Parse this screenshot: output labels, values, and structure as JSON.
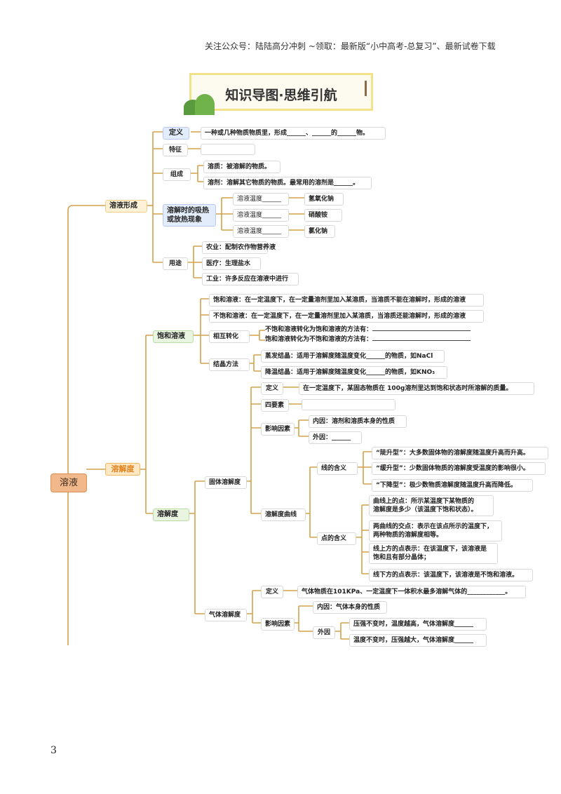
{
  "header": {
    "text": "关注公众号：陆陆高分冲刺  ~领取：最新版“小中高考-总复习”、最新试卷下载"
  },
  "banner": {
    "title": "知识导图·思维引航"
  },
  "page_number": "3",
  "colors": {
    "branch_line": "#d4a24c",
    "root_fill": "#f1b98b",
    "orange_text": "#e2821b"
  },
  "map": {
    "root": "溶液",
    "formation": {
      "label": "溶液形成",
      "definition": {
        "label": "定义",
        "text": "一种或几种物质物质里，形成______、______的______物。"
      },
      "feature": {
        "label": "特征",
        "text": ""
      },
      "composition": {
        "label": "组成",
        "solute": "溶质：被溶解的物质。",
        "solvent": "溶剂：溶解其它物质的物质。最常用的溶剂是______。"
      },
      "heat": {
        "label_line1": "溶解时的吸热",
        "label_line2": "或放热现象",
        "items": [
          {
            "text": "溶液温度______",
            "example": "氢氧化钠"
          },
          {
            "text": "溶液温度______",
            "example": "硝酸铵"
          },
          {
            "text": "溶液温度______",
            "example": "氯化钠"
          }
        ]
      },
      "use": {
        "label": "用途",
        "items": [
          "农业：配制农作物营养液",
          "医疗：生理盐水",
          "工业：许多反应在溶液中进行"
        ]
      }
    },
    "solubility_branch": {
      "label": "溶解度",
      "saturated": {
        "label": "饱和溶液",
        "saturated_def": "饱和溶液：在一定温度下，在一定量溶剂里加入某溶质，当溶质不能在溶解时，形成的溶液",
        "unsaturated_def": "不饱和溶液：在一定温度下，在一定量溶剂里加入某溶质，当溶质还能溶解时，形成的溶液",
        "conversion": {
          "label": "相互转化",
          "line1": "不饱和溶液转化为饱和溶液的方法有：",
          "line2": "饱和溶液转化为不饱和溶液的方法有："
        },
        "crystallization": {
          "label": "结晶方法",
          "item1": "蒸发结晶：适用于溶解度随温度变化______的物质，如NaCl",
          "item2": "降温结晶：适用于溶解度随温度变化______的物质，如KNO₃"
        }
      },
      "solubility": {
        "label": "溶解度",
        "solid": {
          "label": "固体溶解度",
          "definition": {
            "label": "定义",
            "text": "在一定温度下，某固态物质在 100g溶剂里达到饱和状态时所溶解的质量。"
          },
          "four_elements": {
            "label": "四要素",
            "text": ""
          },
          "factors": {
            "label": "影响因素",
            "internal": "内因：溶剂和溶质本身的性质",
            "external": "外因：______"
          },
          "curve": {
            "label": "溶解度曲线",
            "line_meaning": {
              "label": "线的含义",
              "items": [
                "“陡升型”：大多数固体物的溶解度随温度升高而升高。",
                "“缓升型”：少数固体物质的溶解度受温度的影响很小。",
                "“下降型”：极少数物质溶解度随温度升高而降低。"
              ]
            },
            "point_meaning": {
              "label": "点的含义",
              "items": [
                [
                  "曲线上的点：所示某温度下某物质的",
                  "溶解度是多少（该温度下饱和状态）。"
                ],
                [
                  "两曲线的交点：表示在该点所示的温度下，",
                  "两种物质的溶解度相等。"
                ],
                [
                  "线上方的点表示：在该温度下，该溶液是",
                  "饱和且有部分晶体；"
                ],
                [
                  "线下方的点表示：该温度下，该溶液是不饱和溶液。"
                ]
              ]
            }
          }
        },
        "gas": {
          "label": "气体溶解度",
          "definition": {
            "label": "定义",
            "text": "气体物质在101KPa、一定温度下一体积水最多溶解气体的____________。"
          },
          "factors": {
            "label": "影响因素",
            "internal": "内因：气体本身的性质",
            "external": {
              "label": "外因",
              "items": [
                "压强不变时，温度越高，气体溶解度______",
                "温度不变时，压强越大，气体溶解度______"
              ]
            }
          }
        }
      }
    }
  }
}
